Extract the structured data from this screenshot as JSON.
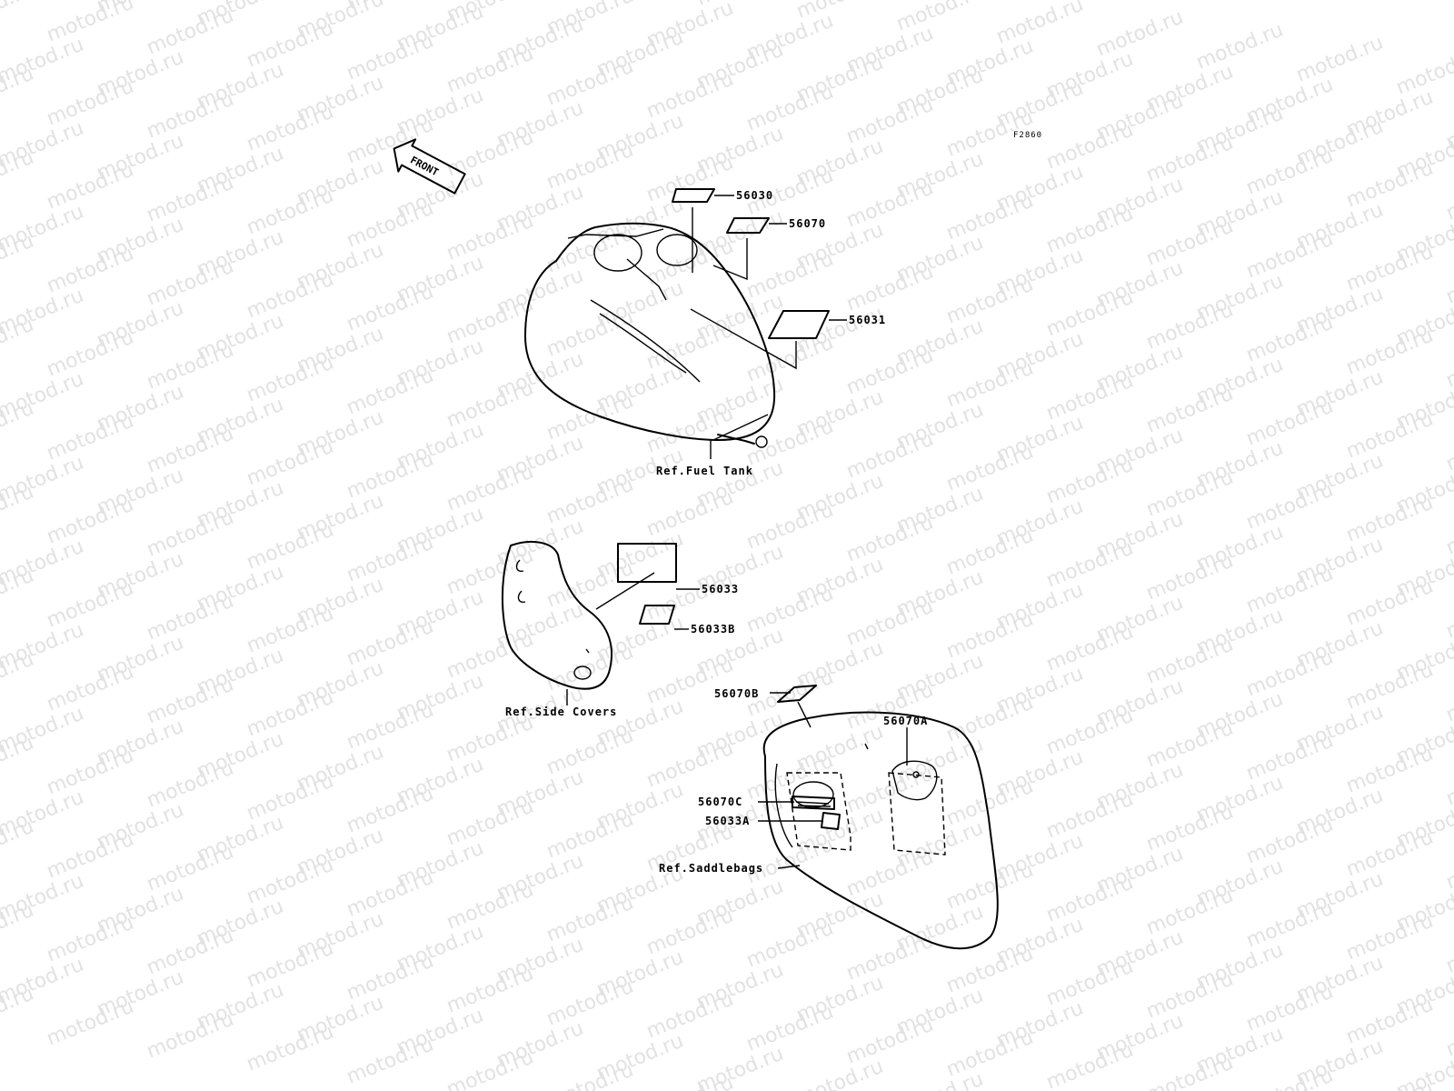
{
  "watermark": "motod.ru",
  "figure_code": "F2860",
  "front_indicator": "FRONT",
  "parts": [
    {
      "id": "56030",
      "label": "56030"
    },
    {
      "id": "56070",
      "label": "56070"
    },
    {
      "id": "56031",
      "label": "56031"
    },
    {
      "id": "56033",
      "label": "56033"
    },
    {
      "id": "56033B",
      "label": "56033B"
    },
    {
      "id": "56070B",
      "label": "56070B"
    },
    {
      "id": "56070A",
      "label": "56070A"
    },
    {
      "id": "56070C",
      "label": "56070C"
    },
    {
      "id": "56033A",
      "label": "56033A"
    }
  ],
  "references": {
    "fuel_tank": "Ref.Fuel Tank",
    "side_covers": "Ref.Side Covers",
    "saddlebags": "Ref.Saddlebags"
  }
}
